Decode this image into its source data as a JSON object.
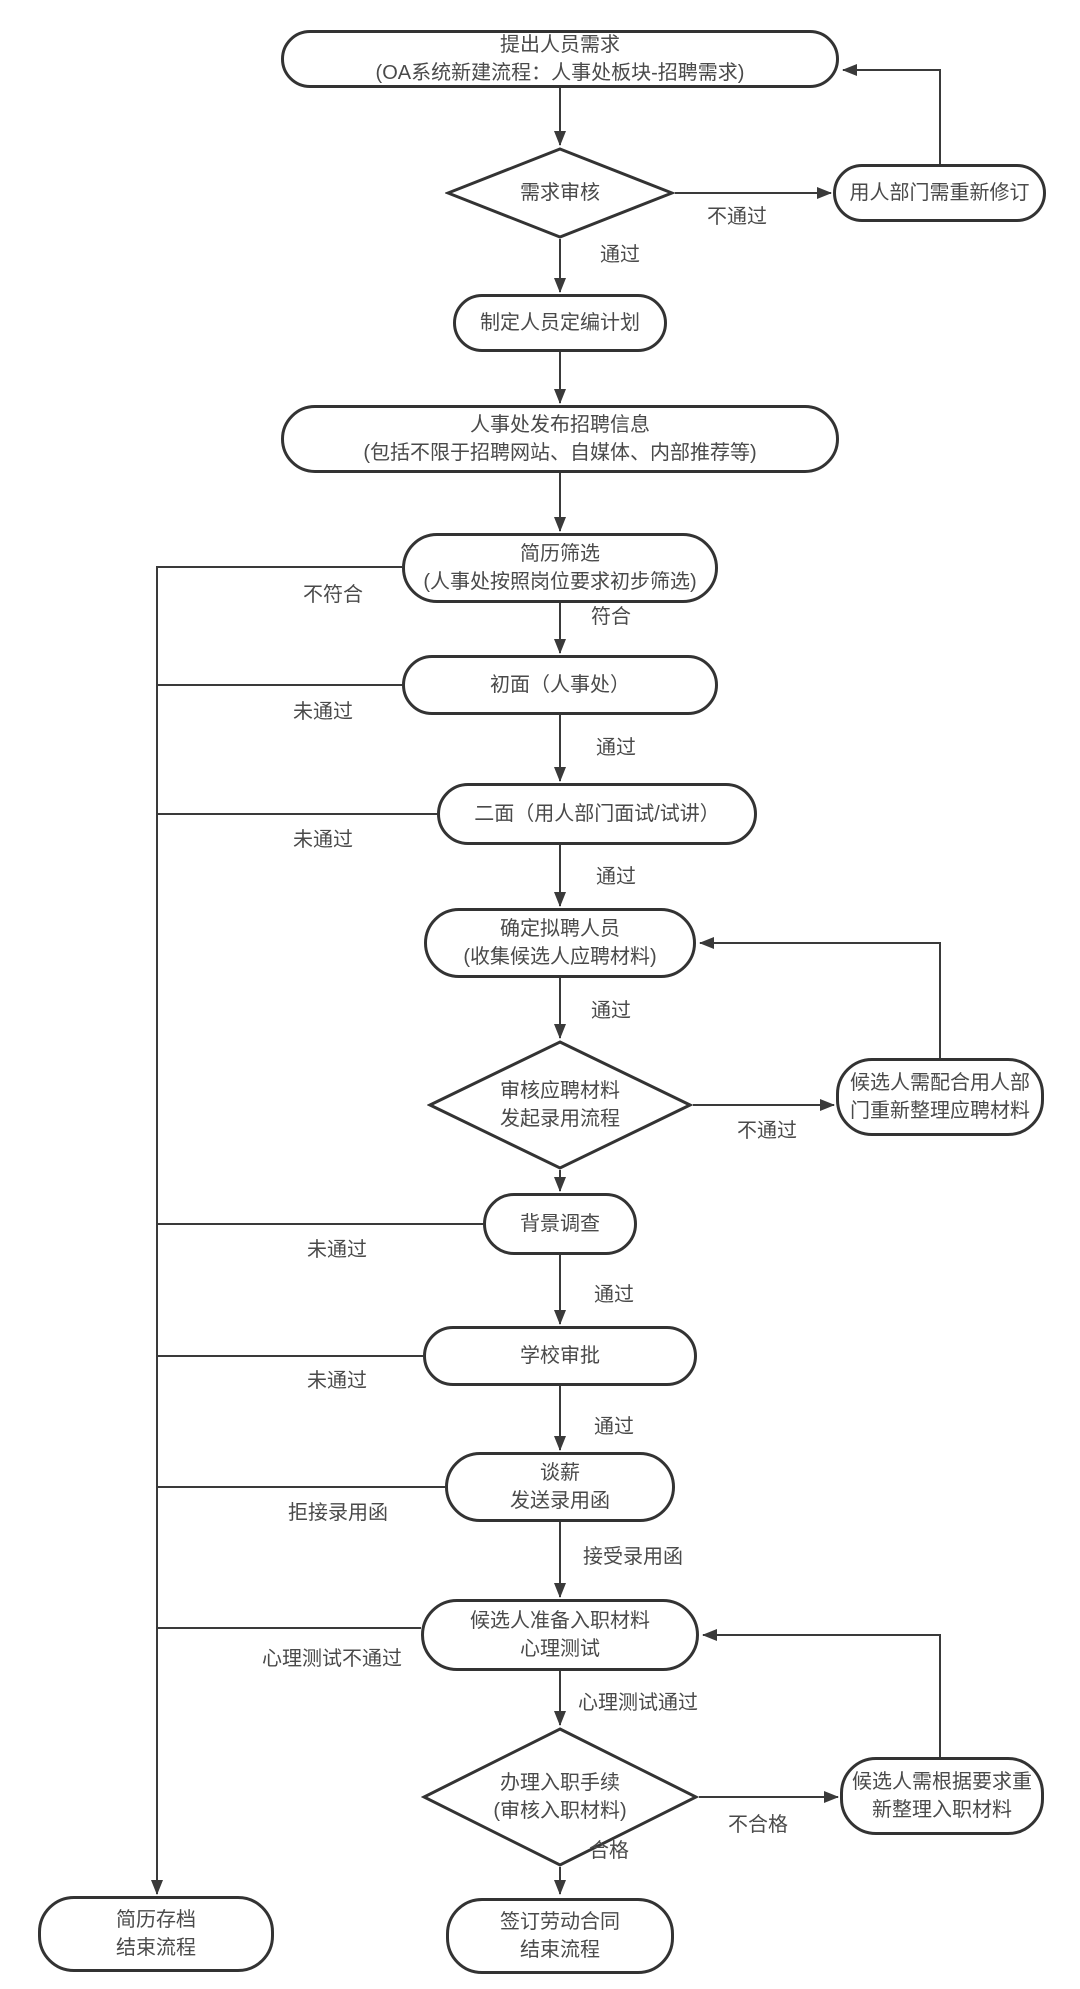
{
  "diagram": {
    "nodes": {
      "start": {
        "line1": "提出人员需求",
        "line2": "(OA系统新建流程：人事处板块-招聘需求)"
      },
      "demand_review": {
        "line1": "需求审核"
      },
      "revise1": {
        "line1": "用人部门需重新修订"
      },
      "plan": {
        "line1": "制定人员定编计划"
      },
      "publish": {
        "line1": "人事处发布招聘信息",
        "line2": "(包括不限于招聘网站、自媒体、内部推荐等)"
      },
      "screen": {
        "line1": "简历筛选",
        "line2": "(人事处按照岗位要求初步筛选)"
      },
      "first_interview": {
        "line1": "初面（人事处）"
      },
      "second_interview": {
        "line1": "二面（用人部门面试/试讲）"
      },
      "offer_candidate": {
        "line1": "确定拟聘人员",
        "line2": "(收集候选人应聘材料)"
      },
      "material_review": {
        "line1": "审核应聘材料",
        "line2": "发起录用流程"
      },
      "revise2": {
        "line1": "候选人需配合用人部",
        "line2": "门重新整理应聘材料"
      },
      "background_check": {
        "line1": "背景调查"
      },
      "school_approval": {
        "line1": "学校审批"
      },
      "salary": {
        "line1": "谈薪",
        "line2": "发送录用函"
      },
      "prep": {
        "line1": "候选人准备入职材料",
        "line2": "心理测试"
      },
      "onboard_review": {
        "line1": "办理入职手续",
        "line2": "(审核入职材料)"
      },
      "revise3": {
        "line1": "候选人需根据要求重",
        "line2": "新整理入职材料"
      },
      "archive": {
        "line1": "简历存档",
        "line2": "结束流程"
      },
      "sign": {
        "line1": "签订劳动合同",
        "line2": "结束流程"
      }
    },
    "edge_labels": {
      "demand_review_fail": "不通过",
      "demand_review_pass": "通过",
      "resume_mismatch": "不符合",
      "resume_match": "符合",
      "first_fail": "未通过",
      "first_pass": "通过",
      "second_fail": "未通过",
      "second_pass": "通过",
      "offer_pass": "通过",
      "material_review_fail": "不通过",
      "bg_fail": "未通过",
      "bg_pass": "通过",
      "school_fail": "未通过",
      "school_pass": "通过",
      "salary_reject": "拒接录用函",
      "salary_accept": "接受录用函",
      "psych_fail": "心理测试不通过",
      "psych_pass": "心理测试通过",
      "onboard_fail": "不合格",
      "onboard_pass": "合格"
    },
    "colors": {
      "line": "#3a3a3a",
      "node_border": "#333333",
      "text": "#4a4a4a",
      "background": "#ffffff"
    }
  }
}
